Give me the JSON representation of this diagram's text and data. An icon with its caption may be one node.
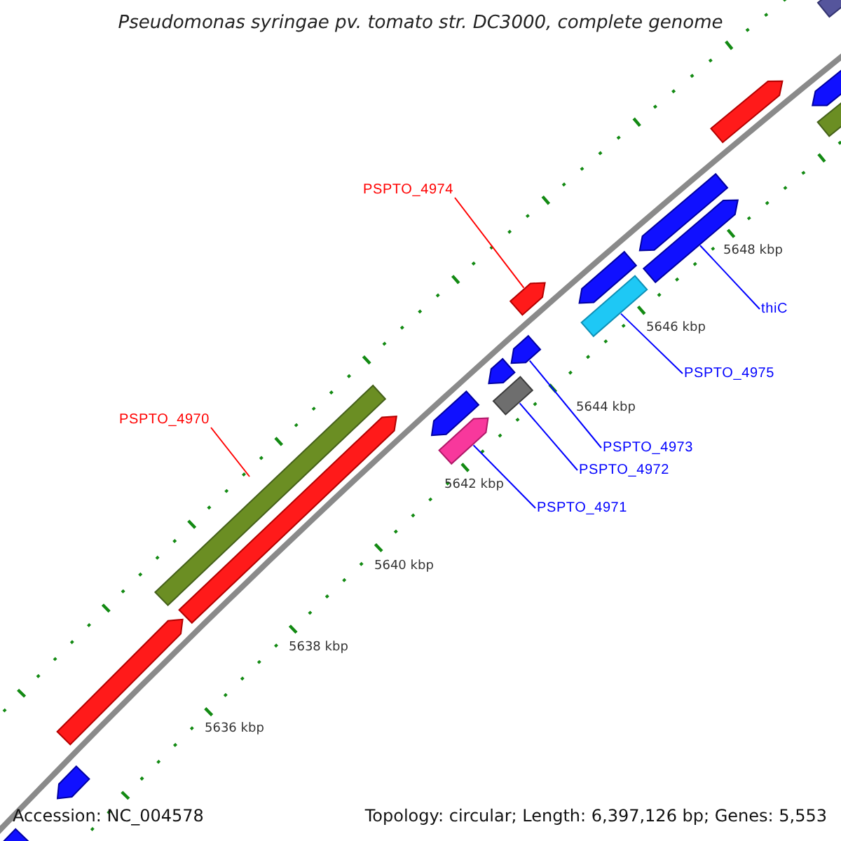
{
  "diagram": {
    "title": "Pseudomonas syringae pv. tomato str. DC3000, complete genome",
    "nodes": [
      {
        "text": [
          "PSPTO_4974"
        ]
      },
      {
        "text": [],
        "shape": "pentagon"
      },
      {
        "text": [
          "thiC"
        ]
      },
      {
        "text": [],
        "shape": "pentagon"
      },
      {
        "text": [
          "PSPTO_4975"
        ]
      },
      {
        "text": [],
        "shape": "bar"
      },
      {
        "text": [
          "PSPTO_4970"
        ]
      },
      {
        "text": [
          "PSPTO_4973"
        ]
      },
      {
        "text": [
          "PSPTO_4972"
        ]
      },
      {
        "text": [],
        "shape": "bar"
      },
      {
        "text": [
          "PSPTO_4971"
        ]
      },
      {
        "text": [],
        "shape": "pentagon"
      },
      {
        "text": [],
        "shape": "pentagon"
      },
      {
        "text": [],
        "shape": "pentagon"
      },
      {
        "text": [],
        "shape": "bar"
      },
      {
        "text": [],
        "shape": "pentagon"
      },
      {
        "text": [],
        "shape": "bar"
      },
      {
        "text": [],
        "shape": "pentagon"
      },
      {
        "text": [],
        "shape": "pentagon"
      },
      {
        "text": [],
        "shape": "pentagon"
      },
      {
        "text": [],
        "shape": "pentagon"
      },
      {
        "text": [],
        "shape": "pentagon"
      },
      {
        "text": [],
        "shape": "pentagon"
      },
      {
        "text": [],
        "shape": "pentagon"
      },
      {
        "text": [],
        "shape": "pentagon"
      },
      {
        "text": [],
        "shape": "bar"
      }
    ],
    "edges": [
      {
        "from": 0,
        "to": 1,
        "arrow": "none",
        "color": "#ff0000"
      },
      {
        "from": 2,
        "to": 3,
        "arrow": "none"
      },
      {
        "from": 4,
        "to": 5,
        "arrow": "none"
      },
      {
        "from": 6,
        "to": null,
        "arrow": "none",
        "color": "#ff0000"
      },
      {
        "from": 7,
        "to": 21,
        "arrow": "none"
      },
      {
        "from": 8,
        "to": 9,
        "arrow": "none"
      },
      {
        "from": 10,
        "to": 11,
        "arrow": "none"
      }
    ],
    "labels": [
      "5648 kbp",
      "5646 kbp",
      "5644 kbp",
      "5642 kbp",
      "5640 kbp",
      "5638 kbp",
      "5636 kbp",
      "Accession: NC_004578",
      "Topology: circular; Length: 6,397,126 bp; Genes: 5,553"
    ]
  }
}
